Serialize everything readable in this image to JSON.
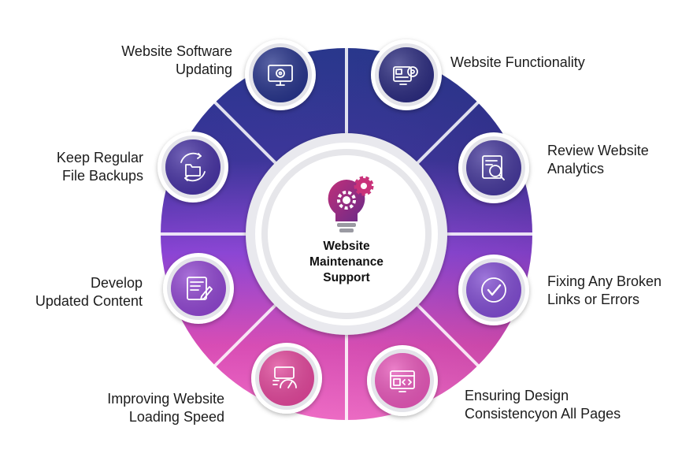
{
  "center": {
    "title_lines": [
      "Website",
      "Maintenance",
      "Support"
    ],
    "icon": "lightbulb-gears-icon"
  },
  "items": [
    {
      "lines": [
        "Website Software",
        "Updating"
      ],
      "icon": "monitor-gear-icon",
      "color": "#26338a"
    },
    {
      "lines": [
        "Website Functionality"
      ],
      "icon": "layout-gear-icon",
      "color": "#2a2a7e"
    },
    {
      "lines": [
        "Review Website",
        "Analytics"
      ],
      "icon": "analytics-search-icon",
      "color": "#44379a"
    },
    {
      "lines": [
        "Fixing Any Broken",
        "Links or Errors"
      ],
      "icon": "check-icon",
      "color": "#7f4bd0"
    },
    {
      "lines": [
        "Ensuring Design",
        "Consistencyon All Pages"
      ],
      "icon": "code-window-icon",
      "color": "#e556b8"
    },
    {
      "lines": [
        "Improving Website",
        "Loading Speed"
      ],
      "icon": "speedometer-icon",
      "color": "#e0469a"
    },
    {
      "lines": [
        "Develop",
        "Updated Content"
      ],
      "icon": "document-edit-icon",
      "color": "#8f45cf"
    },
    {
      "lines": [
        "Keep Regular",
        "File Backups"
      ],
      "icon": "folder-sync-icon",
      "color": "#4632a2"
    }
  ],
  "colors": {
    "navy": "#26338a",
    "purple": "#7a3fc9",
    "magenta": "#d63aa0",
    "pink": "#f56fc7"
  }
}
